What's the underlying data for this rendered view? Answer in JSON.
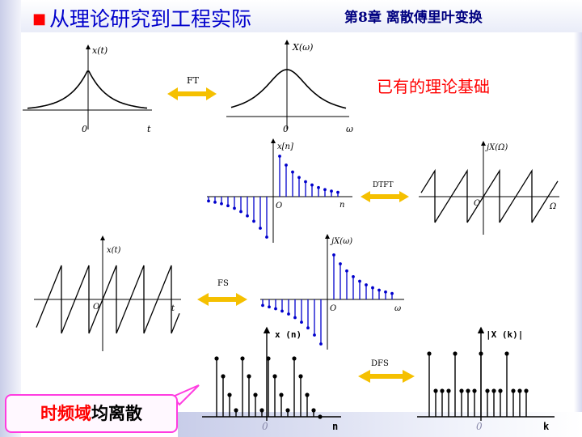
{
  "slide": {
    "bullet": "■",
    "title": "从理论研究到工程实际",
    "chapter": "第8章 离散傅里叶变换",
    "theory_note": "已有的理论基础"
  },
  "callout": {
    "highlight": "时频域",
    "rest": "均离散"
  },
  "panels": {
    "ft": {
      "transform": "FT",
      "time": {
        "ylabel": "x(t)",
        "origin": "0",
        "xlabel": "t"
      },
      "freq": {
        "ylabel": "X(ω)",
        "origin": "0",
        "xlabel": "ω"
      }
    },
    "dtft": {
      "transform": "DTFT",
      "time": {
        "ylabel": "x[n]",
        "origin": "O",
        "xlabel": "n"
      },
      "freq": {
        "ylabel": "jX(Ω)",
        "origin": "O",
        "xlabel": "Ω"
      }
    },
    "fs": {
      "transform": "FS",
      "time": {
        "ylabel": "x(t)",
        "origin": "O",
        "xlabel": "t"
      },
      "freq": {
        "ylabel": "jX(ω)",
        "origin": "O",
        "xlabel": "ω"
      }
    },
    "dfs": {
      "transform": "DFS",
      "time": {
        "ylabel": "x (n)",
        "origin": "0",
        "xlabel": "n"
      },
      "freq": {
        "ylabel": "|X (k)|",
        "origin": "0",
        "xlabel": "k"
      }
    }
  },
  "colors": {
    "title": "#0000cc",
    "chapter": "#000080",
    "accent_red": "#ff0000",
    "arrow": "#f5c000",
    "stem": "#0000cc",
    "callout_border": "#ff3ce0"
  }
}
